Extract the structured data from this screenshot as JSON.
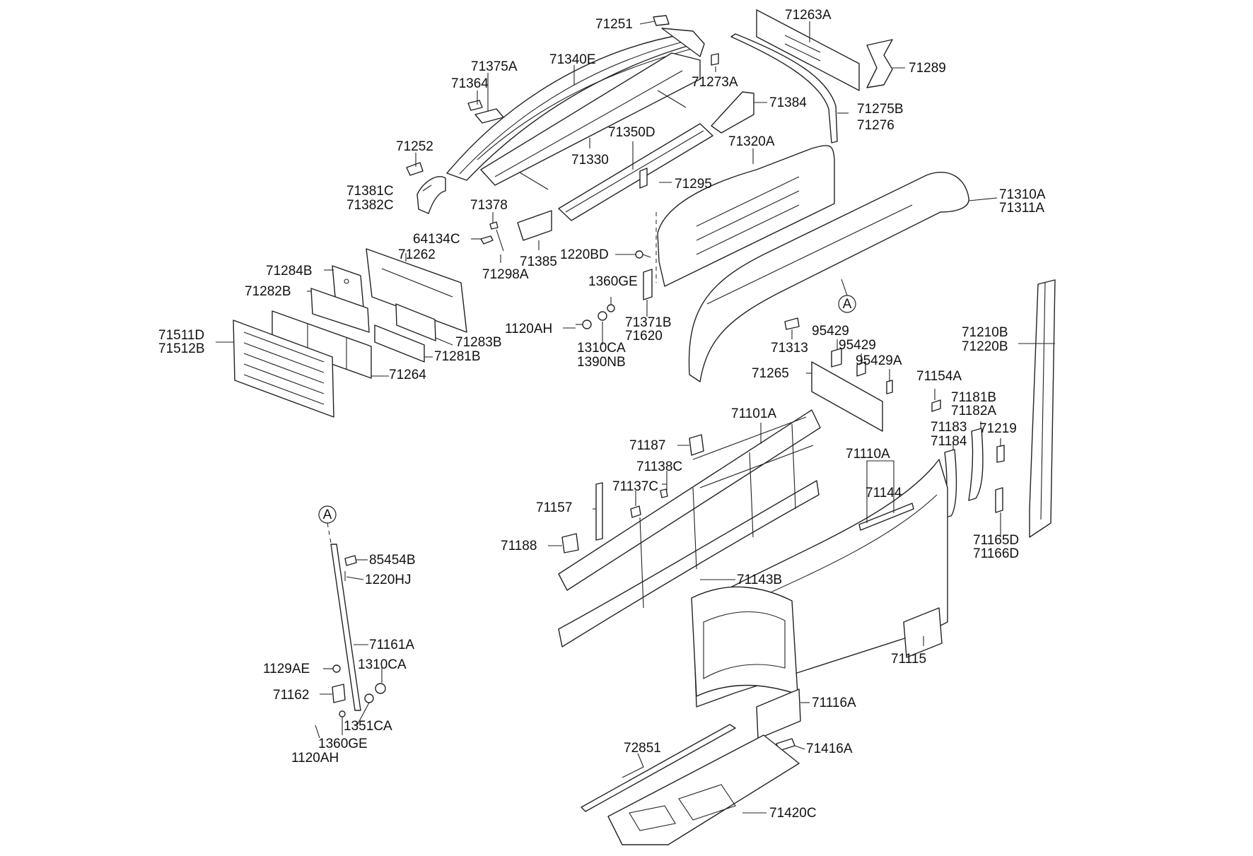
{
  "labels": {
    "l71251": "71251",
    "l71263A": "71263A",
    "l71289": "71289",
    "l71375A": "71375A",
    "l71340E": "71340E",
    "l71364": "71364",
    "l71273A": "71273A",
    "l71384": "71384",
    "l71275B": "71275B",
    "l71276": "71276",
    "l71350D": "71350D",
    "l71252": "71252",
    "l71330": "71330",
    "l71320A": "71320A",
    "l71295": "71295",
    "l71381C": "71381C",
    "l71382C": "71382C",
    "l71310A": "71310A",
    "l71311A": "71311A",
    "l71378": "71378",
    "l64134C": "64134C",
    "l71262": "71262",
    "l71385": "71385",
    "l1220BD": "1220BD",
    "l71298A": "71298A",
    "l71284B": "71284B",
    "l1360GE_top": "1360GE",
    "l71282B": "71282B",
    "l71511D": "71511D",
    "l71512B": "71512B",
    "l1120AH_top": "1120AH",
    "l71371B": "71371B",
    "l71620": "71620",
    "l71283B": "71283B",
    "l71281B": "71281B",
    "l1310CA_top": "1310CA",
    "l1390NB": "1390NB",
    "l71264": "71264",
    "l95429a": "95429",
    "l95429b": "95429",
    "l95429A": "95429A",
    "l71313": "71313",
    "l71210B": "71210B",
    "l71220B": "71220B",
    "l71265": "71265",
    "l71154A": "71154A",
    "l71181B": "71181B",
    "l71182A": "71182A",
    "l71101A": "71101A",
    "l71183": "71183",
    "l71184": "71184",
    "l71219": "71219",
    "l71187": "71187",
    "l71110A": "71110A",
    "l71138C": "71138C",
    "l71137C": "71137C",
    "l71144": "71144",
    "l71157": "71157",
    "l71188": "71188",
    "l71165D": "71165D",
    "l71166D": "71166D",
    "l71143B": "71143B",
    "l85454B": "85454B",
    "l1220HJ": "1220HJ",
    "l71161A": "71161A",
    "l1129AE": "1129AE",
    "l1310CA_bot": "1310CA",
    "l71162": "71162",
    "l1351CA": "1351CA",
    "l1360GE_bot": "1360GE",
    "l1120AH_bot": "1120AH",
    "l71115": "71115",
    "l71116A": "71116A",
    "l72851": "72851",
    "l71416A": "71416A",
    "l71420C": "71420C"
  },
  "callouts": {
    "ref_a_top": "A",
    "ref_a_left": "A"
  }
}
